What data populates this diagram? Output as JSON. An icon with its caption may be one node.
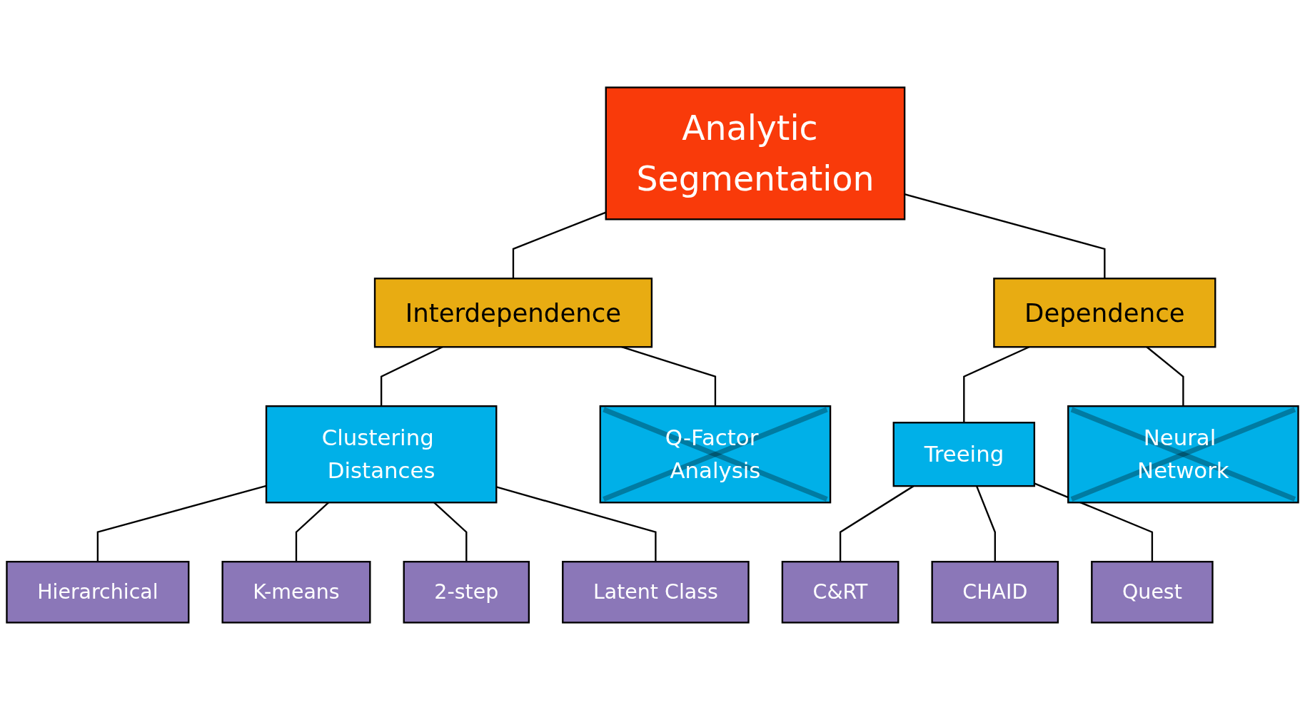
{
  "diagram": {
    "nodes": [
      {
        "text": [
          "Analytic Segmentation"
        ]
      },
      {
        "text": [
          "Interdependence"
        ]
      },
      {
        "text": [
          "Dependence"
        ]
      },
      {
        "text": [
          "Clustering Distances"
        ]
      },
      {
        "text": [
          "Q-Factor Analysis"
        ]
      },
      {
        "text": [
          "Treeing"
        ]
      },
      {
        "text": [
          "Neural Network"
        ]
      },
      {
        "text": [
          "Hierarchical"
        ]
      },
      {
        "text": [
          "K-means"
        ]
      },
      {
        "text": [
          "2-step"
        ]
      },
      {
        "text": [
          "Latent Class"
        ]
      },
      {
        "text": [
          "C&RT"
        ]
      },
      {
        "text": [
          "CHAID"
        ]
      },
      {
        "text": [
          "Quest"
        ]
      }
    ],
    "edges": [
      {
        "from": 0,
        "to": 1,
        "arrow": "none"
      },
      {
        "from": 0,
        "to": 2,
        "arrow": "none"
      },
      {
        "from": 1,
        "to": 3,
        "arrow": "none"
      },
      {
        "from": 1,
        "to": 4,
        "arrow": "none"
      },
      {
        "from": 2,
        "to": 5,
        "arrow": "none"
      },
      {
        "from": 2,
        "to": 6,
        "arrow": "none"
      },
      {
        "from": 3,
        "to": 7,
        "arrow": "none"
      },
      {
        "from": 3,
        "to": 8,
        "arrow": "none"
      },
      {
        "from": 3,
        "to": 9,
        "arrow": "none"
      },
      {
        "from": 3,
        "to": 10,
        "arrow": "none"
      },
      {
        "from": 5,
        "to": 11,
        "arrow": "none"
      },
      {
        "from": 5,
        "to": 12,
        "arrow": "none"
      },
      {
        "from": 5,
        "to": 13,
        "arrow": "none"
      }
    ]
  }
}
